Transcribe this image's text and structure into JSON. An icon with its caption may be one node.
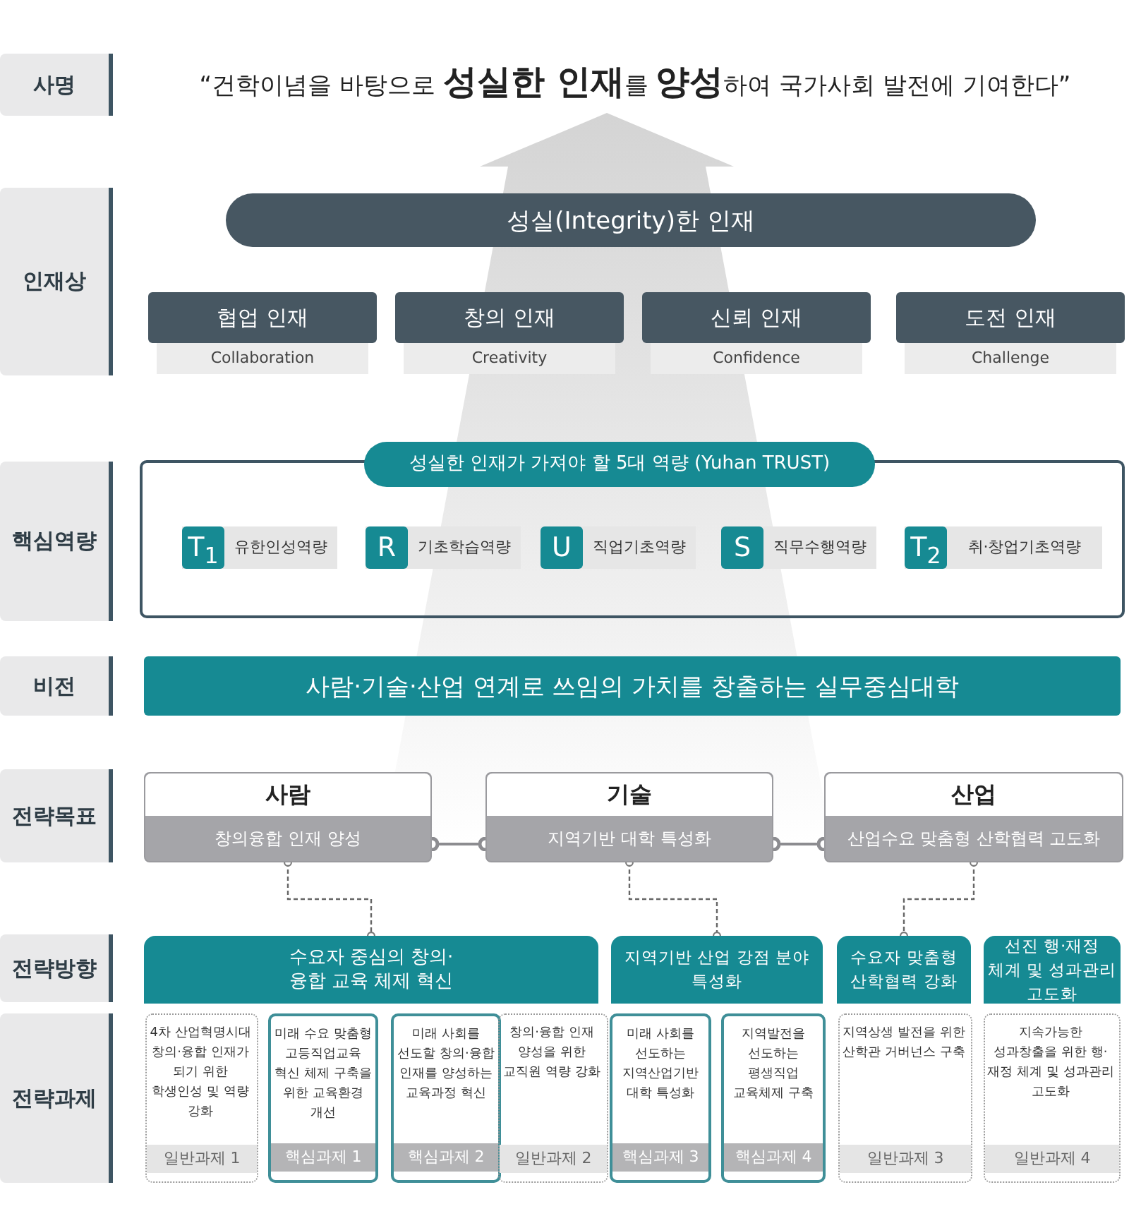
{
  "diagram": {
    "nodes": [
      {
        "text": [
          "사명"
        ]
      },
      {
        "text": [
          "인재상"
        ]
      },
      {
        "text": [
          "성실(Integrity)한 인재"
        ]
      },
      {
        "text": [
          "협업 인재",
          "Collaboration"
        ]
      },
      {
        "text": [
          "창의 인재",
          "Creativity"
        ]
      },
      {
        "text": [
          "신뢰 인재",
          "Confidence"
        ]
      },
      {
        "text": [
          "도전 인재",
          "Challenge"
        ]
      },
      {
        "text": [
          "핵심역량"
        ]
      },
      {
        "text": [
          "성실한 인재가 가져야 할 5대 역량 (Yuhan TRUST)"
        ]
      },
      {
        "text": [
          "T$_{1}$",
          "유한인성역량"
        ],
        "in": 8
      },
      {
        "text": [
          "R",
          "기초학습역량"
        ],
        "in": 8
      },
      {
        "text": [
          "U",
          "직업기초역량"
        ],
        "in": 8
      },
      {
        "text": [
          "S",
          "직무수행역량"
        ],
        "in": 8
      },
      {
        "text": [
          "T$_{2}$",
          "취·창업기초역량"
        ],
        "in": 8
      },
      {
        "text": [
          "비전"
        ]
      },
      {
        "text": [
          "사람·기술·산업 연계로 쓰임의 가치를 창출하는 실무중심대학"
        ]
      },
      {
        "text": [
          "전략목표"
        ]
      },
      {
        "text": [
          "사람",
          "창의융합 인재 양성"
        ]
      },
      {
        "text": [
          "기술",
          "지역기반 대학 특성화"
        ]
      },
      {
        "text": [
          "산업",
          "산업수요 맞춤형 산학협력 고도화"
        ]
      },
      {
        "text": [
          "전략방향"
        ]
      },
      {
        "text": [
          "수요자 중심의 창의·융합 교육 체제 혁신"
        ]
      },
      {
        "text": [
          "지역기반 산업 강점 분야 특성화"
        ]
      },
      {
        "text": [
          "수요자 맞춤형 산학협력 강화"
        ]
      },
      {
        "text": [
          "선진 행·재정 체계 및 성과관리 고도화"
        ]
      },
      {
        "text": [
          "전략과제"
        ]
      },
      {
        "text": [
          "4차 산업혁명시대 창의·융합 인재가 되기 위한 학생인성 및 역량 강화",
          "일반과제 1"
        ]
      },
      {
        "text": [
          "미래 수요 맞춤형 고등직업교육 혁신 체제 구축을 위한 교육환경 개선",
          "핵심과제 1"
        ]
      },
      {
        "text": [
          "미래 사회를 선도할 창의·융합 인재를 양성하는 교육과정 혁신",
          "핵심과제 2"
        ]
      },
      {
        "text": [
          "창의·융합 인재 양성을 위한 교직원 역량 강화",
          "일반과제 2"
        ]
      },
      {
        "text": [
          "미래 사회를 선도하는 지역산업기반 대학 특성화",
          "핵심과제 3"
        ]
      },
      {
        "text": [
          "지역발전을 선도하는 평생직업 교육체제 구축",
          "핵심과제 4"
        ]
      },
      {
        "text": [
          "지역상생 발전을 위한 산학관 거버넌스 구축",
          "일반과제 3"
        ]
      },
      {
        "text": [
          "지속가능한 성과창출을 위한 행·재정 체계 및 성과관리 고도화",
          "일반과제 4"
        ]
      }
    ],
    "edges": [
      {
        "from": 17,
        "to": 18,
        "arrow": "other"
      },
      {
        "from": 18,
        "to": 19,
        "arrow": "other"
      },
      {
        "from": 17,
        "to": 21,
        "arrow": "other",
        "style": "dashed"
      },
      {
        "from": 18,
        "to": 22,
        "arrow": "other",
        "style": "dashed"
      },
      {
        "from": 19,
        "to": 23,
        "arrow": "other",
        "style": "dashed"
      }
    ],
    "labels": [
      "“건학이념을 바탕으로 **성실한 인재**를 **양성**하여 국가사회 발전에 기여한다”"
    ]
  }
}
